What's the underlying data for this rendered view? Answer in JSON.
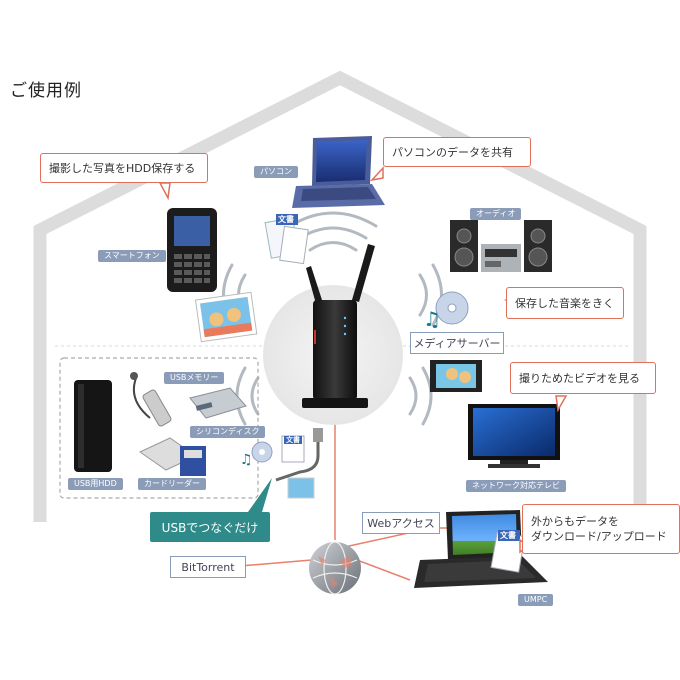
{
  "title": "ご使用例",
  "callouts": {
    "camera": "撮影した写真をHDD保存する",
    "pc_share": "パソコンのデータを共有",
    "music": "保存した音楽をきく",
    "video": "撮りためたビデオを見る",
    "remote_line1": "外からもデータを",
    "remote_line2": "ダウンロード/アップロード"
  },
  "labels": {
    "pc": "パソコン",
    "smartphone": "スマートフォン",
    "audio": "オーディオ",
    "media_server": "メディアサーバー",
    "usb_memory": "USBメモリー",
    "silicon_disk": "シリコンディスク",
    "usb_hdd": "USB用HDD",
    "card_reader": "カードリーダー",
    "tv": "ネットワーク対応テレビ",
    "umpc": "UMPC",
    "web_access": "Webアクセス",
    "bittorrent": "BitTorrent",
    "usb_connect": "USBでつなぐだけ",
    "doc": "文書"
  },
  "colors": {
    "callout_border": "#e0705a",
    "line": "#e8806a",
    "tag": "#8a9cb8",
    "usb_box": "#2f8a8a",
    "house": "#dcdcdc"
  }
}
